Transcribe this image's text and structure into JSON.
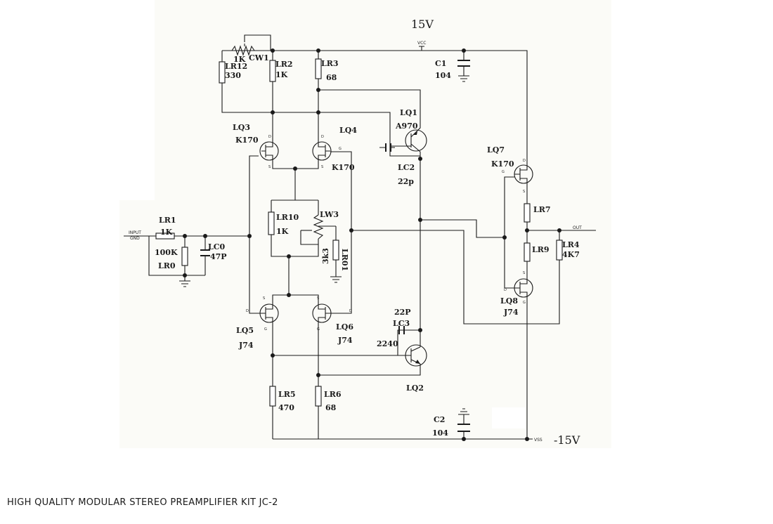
{
  "rails": {
    "positive": "15V",
    "negative": "-15V",
    "vcc_tag": "VCC",
    "vss_tag": "VSS"
  },
  "ports": {
    "input": "INPUT",
    "ground": "GND",
    "output": "OUT"
  },
  "components": {
    "LR1": {
      "name": "LR1",
      "value": "1K"
    },
    "LR0": {
      "name": "LR0",
      "value": "100K"
    },
    "LC0": {
      "name": "LC0",
      "value": "47P"
    },
    "LR12": {
      "name": "LR12",
      "value": "330"
    },
    "CW1": {
      "name": "CW1",
      "value": "1K"
    },
    "LR2": {
      "name": "LR2",
      "value": "1K"
    },
    "LR3": {
      "name": "LR3",
      "value": "68"
    },
    "C1": {
      "name": "C1",
      "value": "104"
    },
    "LQ1": {
      "name": "LQ1",
      "value": "A970"
    },
    "LC2": {
      "name": "LC2",
      "value": "22p"
    },
    "LQ3": {
      "name": "LQ3",
      "value": "K170"
    },
    "LQ4": {
      "name": "LQ4",
      "value": "K170"
    },
    "LR10": {
      "name": "LR10",
      "value": "1K"
    },
    "LW3": {
      "name": "LW3"
    },
    "LR01": {
      "name": "LR01",
      "value": "3k3"
    },
    "LQ7": {
      "name": "LQ7",
      "value": "K170"
    },
    "LR7": {
      "name": "LR7"
    },
    "LR9": {
      "name": "LR9"
    },
    "LR4": {
      "name": "LR4",
      "value": "4K7"
    },
    "LQ8": {
      "name": "LQ8",
      "value": "J74"
    },
    "LQ5": {
      "name": "LQ5",
      "value": "J74"
    },
    "LQ6": {
      "name": "LQ6",
      "value": "J74"
    },
    "LC3": {
      "name": "LC3",
      "value": "22P"
    },
    "LQ2": {
      "name": "LQ2",
      "value": "2240"
    },
    "LR5": {
      "name": "LR5",
      "value": "470"
    },
    "LR6": {
      "name": "LR6",
      "value": "68"
    },
    "C2": {
      "name": "C2",
      "value": "104"
    }
  },
  "pins": {
    "d": "D",
    "s": "S",
    "g": "G"
  },
  "footer": "HIGH QUALITY MODULAR STEREO PREAMPLIFIER KIT JC-2",
  "colors": {
    "sheet": "#fbfbf7",
    "ink": "#1a1a1a",
    "label_red": "#b03030"
  }
}
